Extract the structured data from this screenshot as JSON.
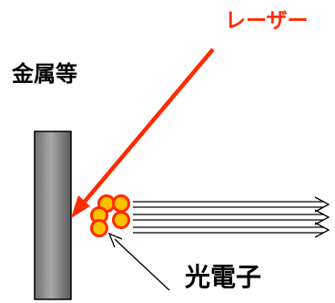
{
  "labels": {
    "laser": "レーザー",
    "metal": "金属等",
    "photoelectron": "光電子"
  },
  "colors": {
    "laser": "#ff2a00",
    "metal_plate": "#8a8a8a",
    "electron_fill": "#ffc000",
    "electron_stroke": "#ff2a00",
    "text": "#000000"
  }
}
